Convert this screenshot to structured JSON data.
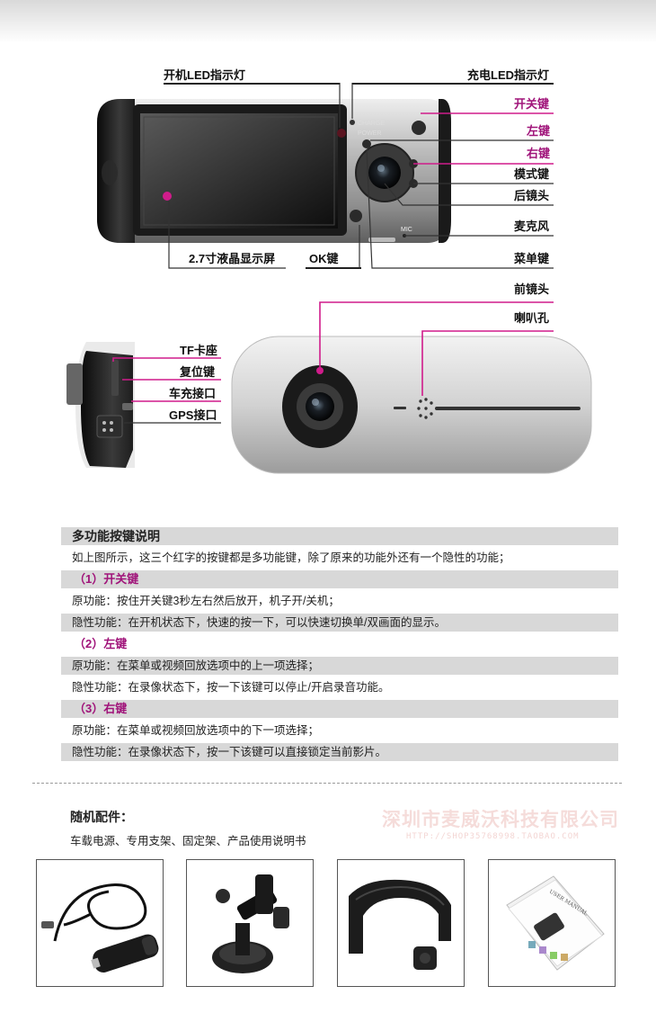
{
  "callouts": {
    "power_led": "开机LED指示灯",
    "charge_led": "充电LED指示灯",
    "power_key": "开关键",
    "left_key": "左键",
    "right_key": "右键",
    "mode_key": "模式键",
    "rear_lens": "后镜头",
    "mic": "麦克风",
    "menu_key": "菜单键",
    "screen": "2.7寸液晶显示屏",
    "ok_key": "OK键",
    "front_lens": "前镜头",
    "speaker": "喇叭孔",
    "tf_slot": "TF卡座",
    "reset_key": "复位键",
    "charge_port": "车充接口",
    "gps_port": "GPS接口"
  },
  "device": {
    "charge_text": "CHARGE",
    "power_text": "POWER",
    "mic_text": "MIC"
  },
  "manual": {
    "title": "多功能按键说明",
    "intro": "如上图所示，这三个红字的按键都是多功能键，除了原来的功能外还有一个隐性的功能；",
    "sections": [
      {
        "heading": "（1）开关键",
        "original": "原功能：按住开关键3秒左右然后放开，机子开/关机；",
        "hidden": "隐性功能：在开机状态下，快速的按一下，可以快速切换单/双画面的显示。"
      },
      {
        "heading": "（2）左键",
        "original": "原功能：在菜单或视频回放选项中的上一项选择；",
        "hidden": "隐性功能：在录像状态下，按一下该键可以停止/开启录音功能。"
      },
      {
        "heading": "（3）右键",
        "original": "原功能：在菜单或视频回放选项中的下一项选择；",
        "hidden": "隐性功能：在录像状态下，按一下该键可以直接锁定当前影片。"
      }
    ]
  },
  "accessories": {
    "title": "随机配件：",
    "list": "车载电源、专用支架、固定架、产品使用说明书",
    "manual_cover_text": "USER MANUAL"
  },
  "watermark": {
    "company": "深圳市麦威沃科技有限公司",
    "url": "HTTP://SHOP35768998.TAOBAO.COM"
  },
  "colors": {
    "accent": "#a0147a",
    "leader_pink": "#d01c8b",
    "shade_row": "#d8d8d8"
  }
}
